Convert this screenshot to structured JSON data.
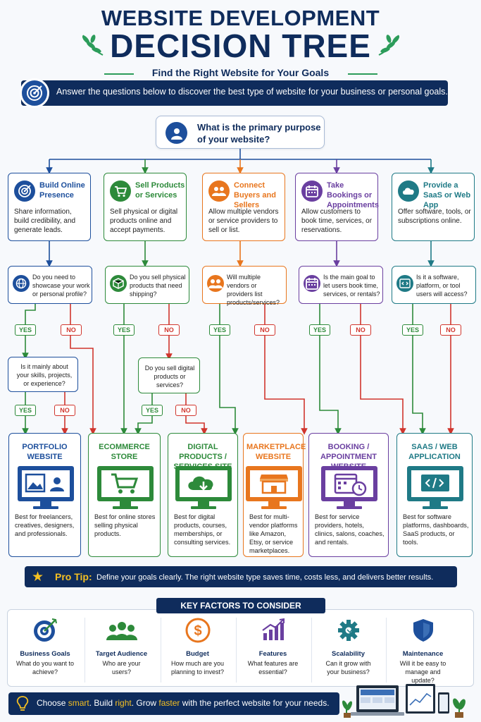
{
  "header": {
    "title_line1": "WEBSITE DEVELOPMENT",
    "title_line2": "DECISION TREE",
    "subtitle": "Find the Right Website for Your Goals",
    "intro": "Answer the questions below to discover the best type of website for your business or personal goals."
  },
  "root_question": "What is the primary purpose of your website?",
  "purposes": [
    {
      "title": "Build Online Presence",
      "desc": "Share information, build credibility, and generate leads.",
      "color": "#1d4f9c",
      "icon": "target-icon"
    },
    {
      "title": "Sell Products or Services",
      "desc": "Sell physical or digital products online and accept payments.",
      "color": "#2d8a3a",
      "icon": "cart-icon"
    },
    {
      "title": "Connect Buyers and Sellers",
      "desc": "Allow multiple vendors or service providers to sell or list.",
      "color": "#e8761e",
      "icon": "people-icon"
    },
    {
      "title": "Take Bookings or Appointments",
      "desc": "Allow customers to book time, services, or reservations.",
      "color": "#6a3fa0",
      "icon": "calendar-icon"
    },
    {
      "title": "Provide a SaaS or Web App",
      "desc": "Offer software, tools, or subscriptions online.",
      "color": "#1f7a86",
      "icon": "cloud-icon"
    }
  ],
  "questions": [
    {
      "text": "Do you need to showcase your work or personal profile?",
      "icon": "globe-icon"
    },
    {
      "text": "Do you sell physical products that need shipping?",
      "icon": "box-icon"
    },
    {
      "text": "Will multiple vendors or providers list products/services?",
      "icon": "people-icon"
    },
    {
      "text": "Is the main goal to let users book time, services, or rentals?",
      "icon": "calendar-icon"
    },
    {
      "text": "Is it a software, platform, or tool users will access?",
      "icon": "code-icon"
    }
  ],
  "sub_questions": {
    "skills": "Is it mainly about your skills, projects, or experience?",
    "digital": "Do you sell digital products or services?"
  },
  "labels": {
    "yes": "YES",
    "no": "NO"
  },
  "results": [
    {
      "title": "PORTFOLIO WEBSITE",
      "desc": "Best for freelancers, creatives, designers, and professionals.",
      "color": "#1d4f9c",
      "icon": "portfolio-icon"
    },
    {
      "title": "ECOMMERCE STORE",
      "desc": "Best for online stores selling physical products.",
      "color": "#2d8a3a",
      "icon": "store-cart-icon"
    },
    {
      "title": "DIGITAL PRODUCTS / SERVICES SITE",
      "desc": "Best for digital products, courses, memberships, or consulting services.",
      "color": "#2d8a3a",
      "icon": "cloud-download-icon"
    },
    {
      "title": "MARKETPLACE WEBSITE",
      "desc": "Best for multi-vendor platforms like Amazon, Etsy, or service marketplaces.",
      "color": "#e8761e",
      "icon": "storefront-icon"
    },
    {
      "title": "BOOKING / APPOINTMENT WEBSITE",
      "desc": "Best for service providers, hotels, clinics, salons, coaches, and rentals.",
      "color": "#6a3fa0",
      "icon": "calendar-clock-icon"
    },
    {
      "title": "SAAS / WEB APPLICATION",
      "desc": "Best for software platforms, dashboards, SaaS products, or tools.",
      "color": "#1f7a86",
      "icon": "code-gear-icon"
    }
  ],
  "pro_tip": {
    "label": "Pro Tip:",
    "text": "Define your goals clearly. The right website type saves time, costs less, and delivers better results."
  },
  "key_factors": {
    "heading": "KEY FACTORS TO CONSIDER",
    "items": [
      {
        "title": "Business Goals",
        "desc": "What do you want to achieve?",
        "icon": "target-icon"
      },
      {
        "title": "Target Audience",
        "desc": "Who are your users?",
        "icon": "audience-icon"
      },
      {
        "title": "Budget",
        "desc": "How much are you planning to invest?",
        "icon": "dollar-icon"
      },
      {
        "title": "Features",
        "desc": "What features are essential?",
        "icon": "chart-up-icon"
      },
      {
        "title": "Scalability",
        "desc": "Can it grow with your business?",
        "icon": "gear-icon"
      },
      {
        "title": "Maintenance",
        "desc": "Will it be easy to manage and update?",
        "icon": "shield-icon"
      }
    ]
  },
  "footer": {
    "p1": "Choose ",
    "w1": "smart",
    "p2": ". Build ",
    "w2": "right",
    "p3": ". Grow ",
    "w3": "faster",
    "p4": " with the perfect website for your needs."
  }
}
